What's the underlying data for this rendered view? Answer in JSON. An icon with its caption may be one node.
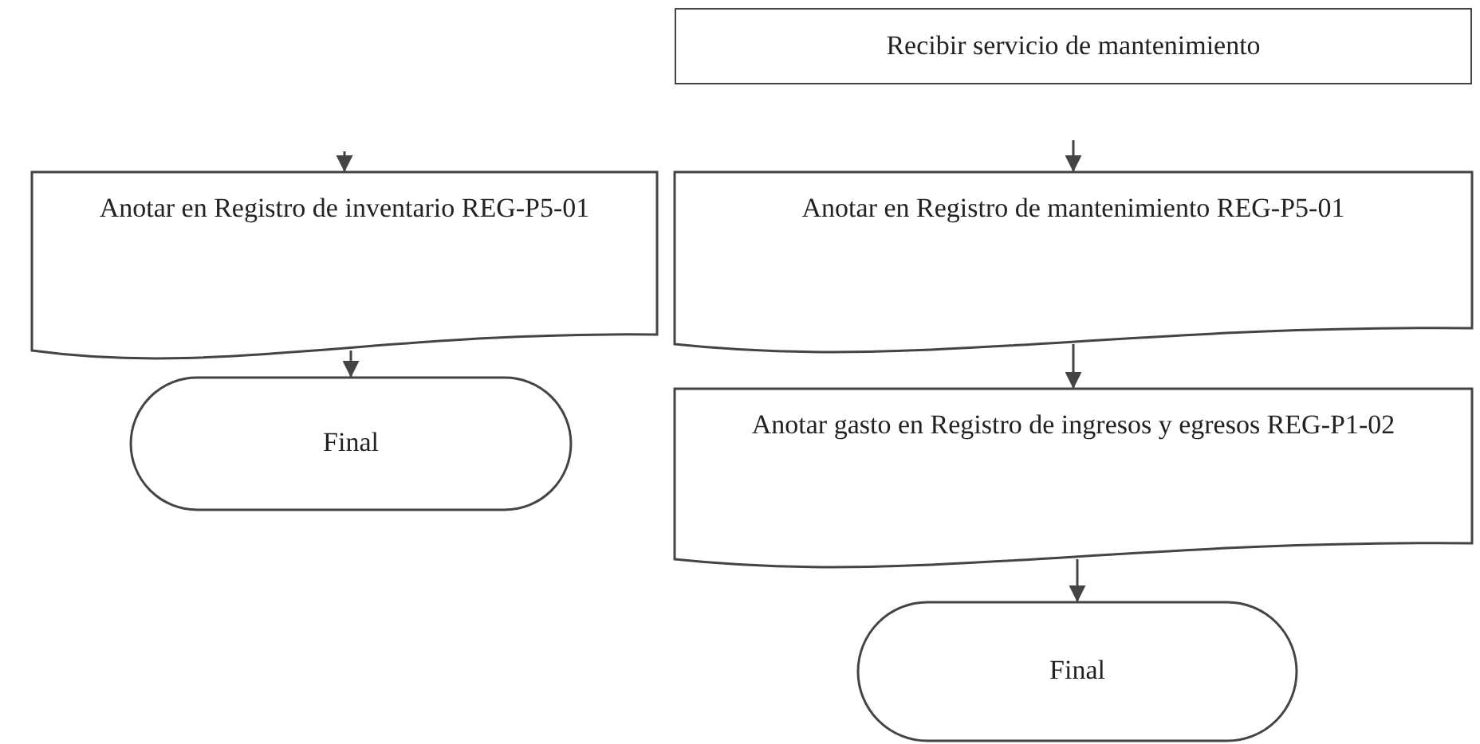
{
  "diagram": {
    "nodes": [
      {
        "text": [
          "Anotar en Registro de inventario REG-P5-01"
        ]
      },
      {
        "text": [
          "Final"
        ]
      },
      {
        "text": [
          "Recibir servicio de mantenimiento"
        ]
      },
      {
        "text": [
          "Anotar en Registro de mantenimiento REG-P5-01"
        ]
      },
      {
        "text": [
          "Anotar gasto en Registro de ingresos y egresos REG-P1-02"
        ]
      },
      {
        "text": [
          "Final"
        ]
      }
    ],
    "edges": [
      {
        "from": null,
        "to": 0,
        "arrow": "to"
      },
      {
        "from": 0,
        "to": 1,
        "arrow": "to"
      },
      {
        "from": null,
        "to": 3,
        "arrow": "to"
      },
      {
        "from": 3,
        "to": 4,
        "arrow": "to"
      },
      {
        "from": 4,
        "to": 5,
        "arrow": "to"
      }
    ]
  }
}
